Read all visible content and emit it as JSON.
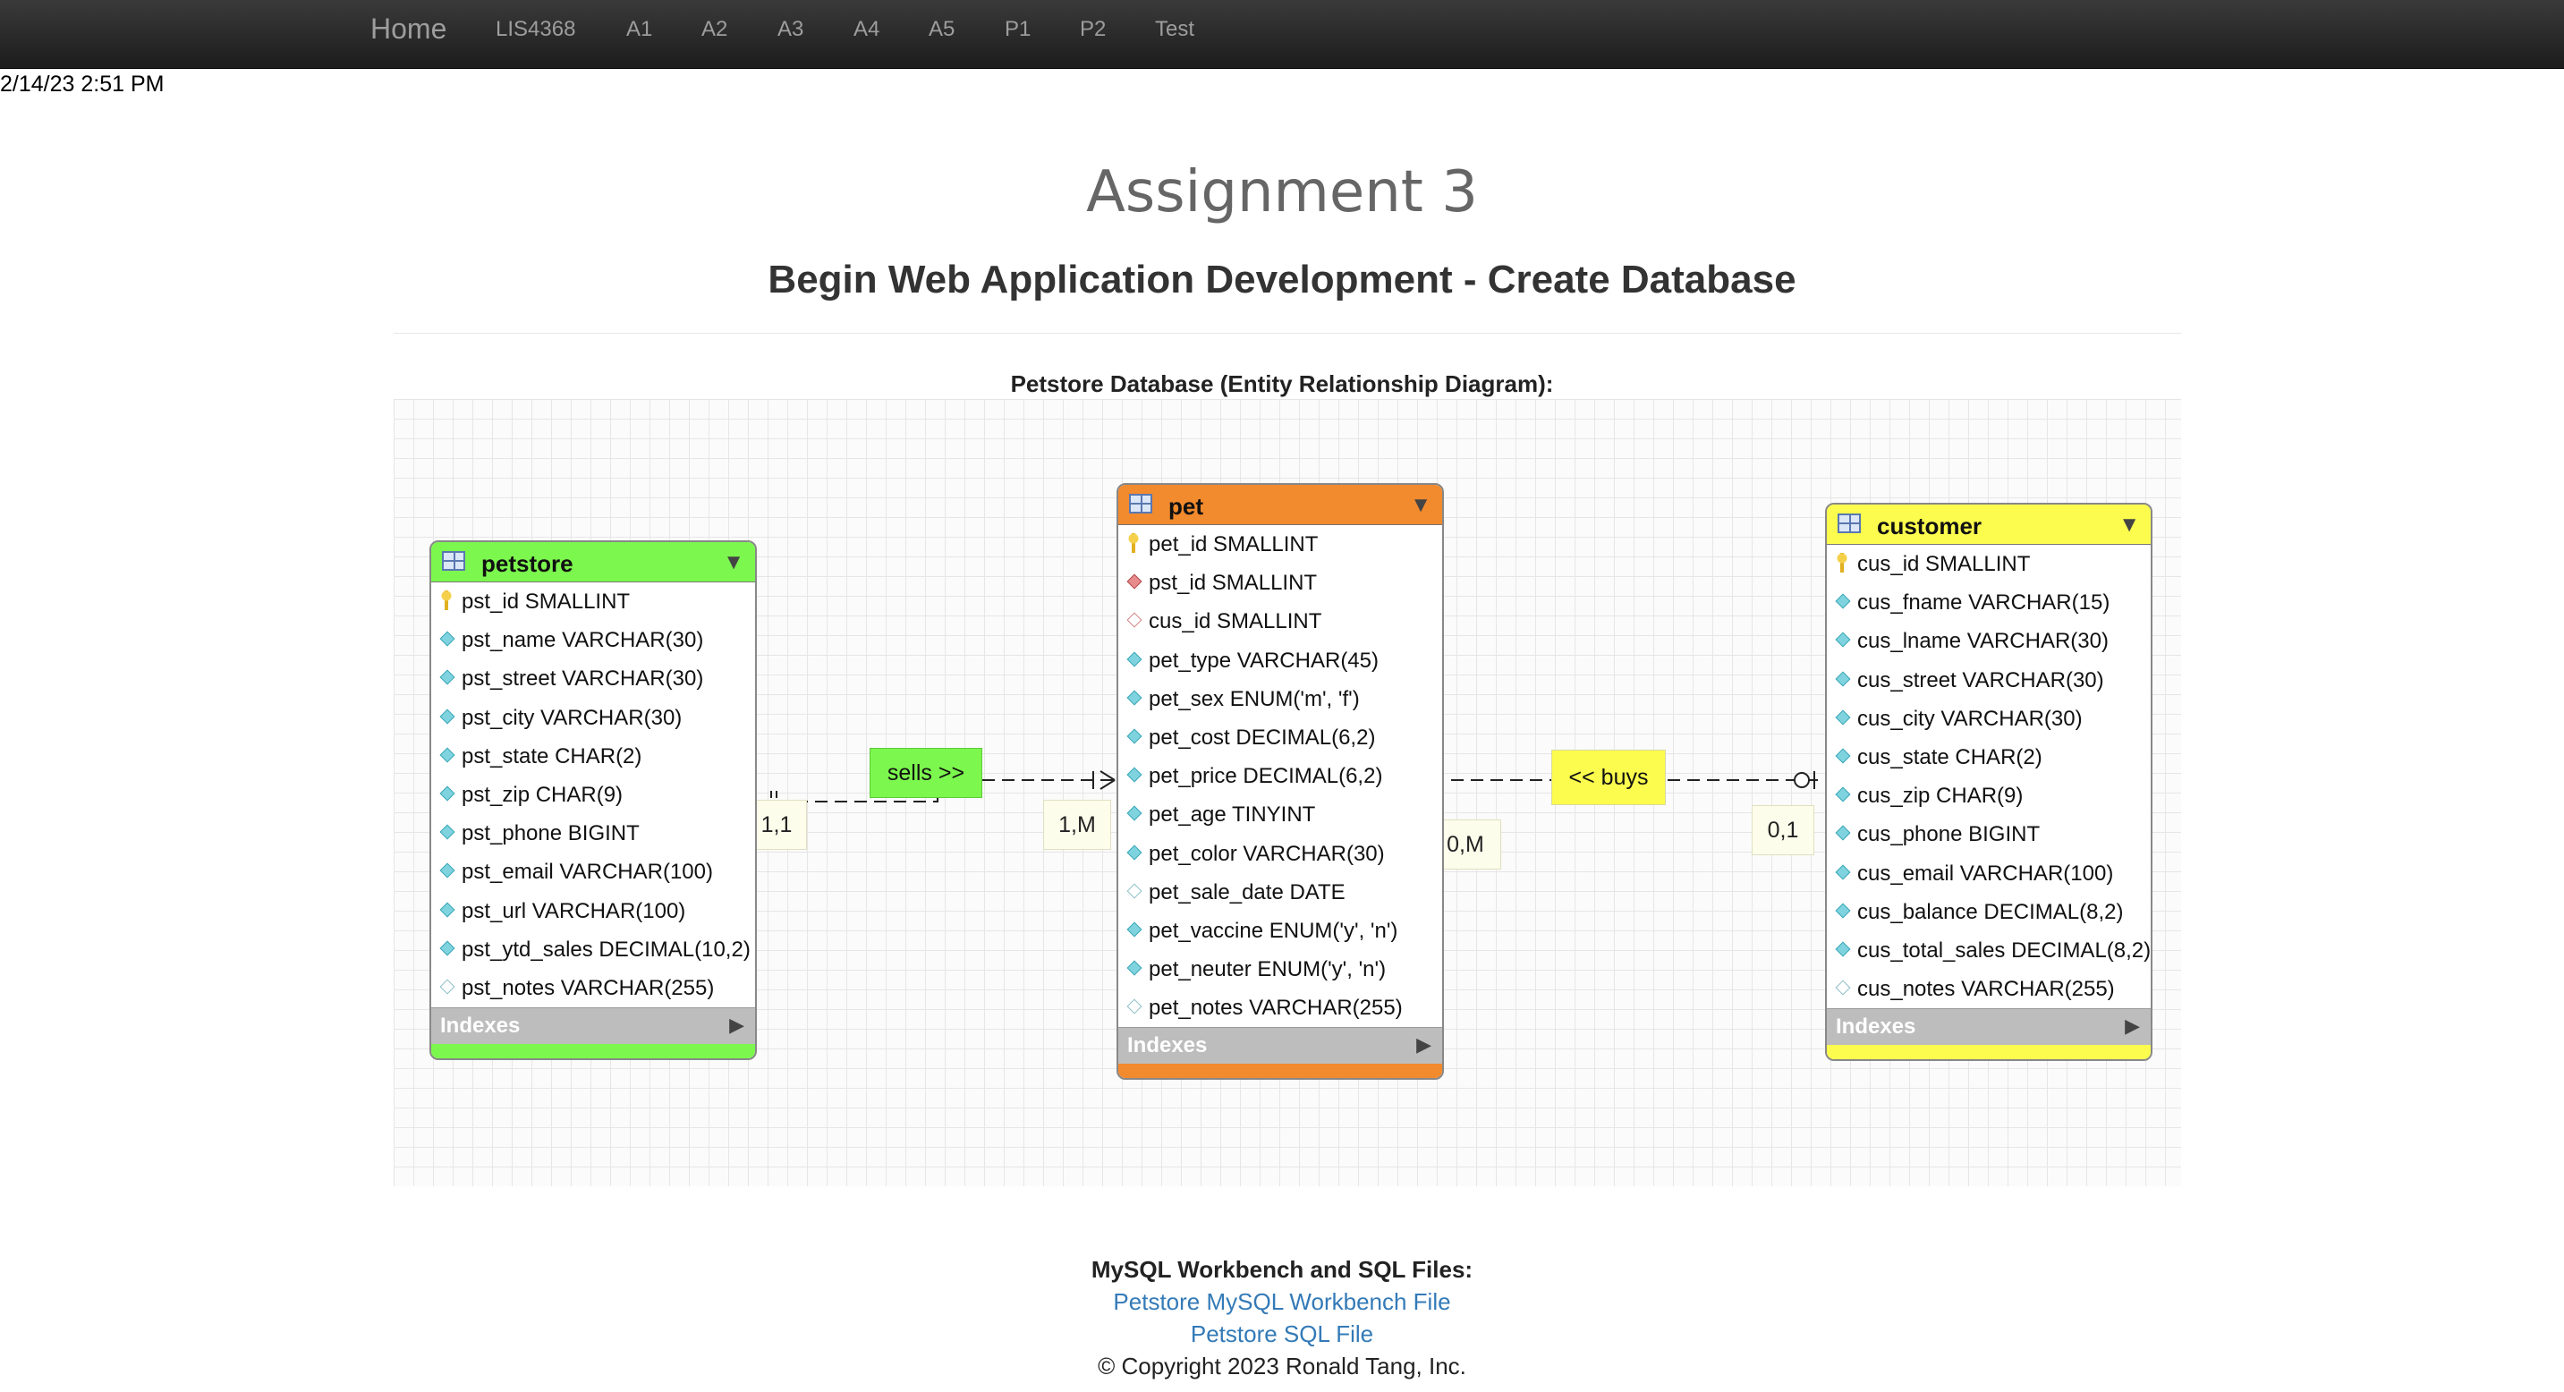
{
  "nav": {
    "brand": "Home",
    "links": [
      "LIS4368",
      "A1",
      "A2",
      "A3",
      "A4",
      "A5",
      "P1",
      "P2",
      "Test"
    ]
  },
  "timestamp": "2/14/23 2:51 PM",
  "header": {
    "title": "Assignment 3",
    "subtitle": "Begin Web Application Development - Create Database"
  },
  "erd": {
    "caption": "Petstore Database (Entity Relationship Diagram):",
    "indexes_label": "Indexes",
    "tables": {
      "petstore": {
        "name": "petstore",
        "color": "#7CF74E",
        "columns": [
          {
            "icon": "key",
            "text": "pst_id SMALLINT"
          },
          {
            "icon": "attr",
            "text": "pst_name VARCHAR(30)"
          },
          {
            "icon": "attr",
            "text": "pst_street VARCHAR(30)"
          },
          {
            "icon": "attr",
            "text": "pst_city VARCHAR(30)"
          },
          {
            "icon": "attr",
            "text": "pst_state CHAR(2)"
          },
          {
            "icon": "attr",
            "text": "pst_zip CHAR(9)"
          },
          {
            "icon": "attr",
            "text": "pst_phone BIGINT"
          },
          {
            "icon": "attr",
            "text": "pst_email VARCHAR(100)"
          },
          {
            "icon": "attr",
            "text": "pst_url VARCHAR(100)"
          },
          {
            "icon": "attr",
            "text": "pst_ytd_sales DECIMAL(10,2)"
          },
          {
            "icon": "opt",
            "text": "pst_notes VARCHAR(255)"
          }
        ]
      },
      "pet": {
        "name": "pet",
        "color": "#F28A2E",
        "columns": [
          {
            "icon": "key",
            "text": "pet_id SMALLINT"
          },
          {
            "icon": "fk",
            "text": "pst_id SMALLINT"
          },
          {
            "icon": "opt-fk",
            "text": "cus_id SMALLINT"
          },
          {
            "icon": "attr",
            "text": "pet_type VARCHAR(45)"
          },
          {
            "icon": "attr",
            "text": "pet_sex ENUM('m', 'f')"
          },
          {
            "icon": "attr",
            "text": "pet_cost DECIMAL(6,2)"
          },
          {
            "icon": "attr",
            "text": "pet_price DECIMAL(6,2)"
          },
          {
            "icon": "attr",
            "text": "pet_age TINYINT"
          },
          {
            "icon": "attr",
            "text": "pet_color VARCHAR(30)"
          },
          {
            "icon": "opt",
            "text": "pet_sale_date DATE"
          },
          {
            "icon": "attr",
            "text": "pet_vaccine ENUM('y', 'n')"
          },
          {
            "icon": "attr",
            "text": "pet_neuter ENUM('y', 'n')"
          },
          {
            "icon": "opt",
            "text": "pet_notes VARCHAR(255)"
          }
        ]
      },
      "customer": {
        "name": "customer",
        "color": "#FCFC4E",
        "columns": [
          {
            "icon": "key",
            "text": "cus_id SMALLINT"
          },
          {
            "icon": "attr",
            "text": "cus_fname VARCHAR(15)"
          },
          {
            "icon": "attr",
            "text": "cus_lname VARCHAR(30)"
          },
          {
            "icon": "attr",
            "text": "cus_street VARCHAR(30)"
          },
          {
            "icon": "attr",
            "text": "cus_city VARCHAR(30)"
          },
          {
            "icon": "attr",
            "text": "cus_state CHAR(2)"
          },
          {
            "icon": "attr",
            "text": "cus_zip CHAR(9)"
          },
          {
            "icon": "attr",
            "text": "cus_phone BIGINT"
          },
          {
            "icon": "attr",
            "text": "cus_email VARCHAR(100)"
          },
          {
            "icon": "attr",
            "text": "cus_balance DECIMAL(8,2)"
          },
          {
            "icon": "attr",
            "text": "cus_total_sales DECIMAL(8,2)"
          },
          {
            "icon": "opt",
            "text": "cus_notes VARCHAR(255)"
          }
        ]
      }
    },
    "relationships": {
      "sells": {
        "label": "sells >>",
        "color": "#7CF74E",
        "from_card": "1,1",
        "to_card": "1,M"
      },
      "buys": {
        "label": "<< buys",
        "color": "#FCFC4E",
        "from_card": "0,M",
        "to_card": "0,1"
      }
    }
  },
  "files": {
    "heading": "MySQL Workbench and SQL Files:",
    "workbench_link": "Petstore MySQL Workbench File",
    "sql_link": "Petstore SQL File"
  },
  "copyright": "© Copyright 2023 Ronald Tang, Inc."
}
